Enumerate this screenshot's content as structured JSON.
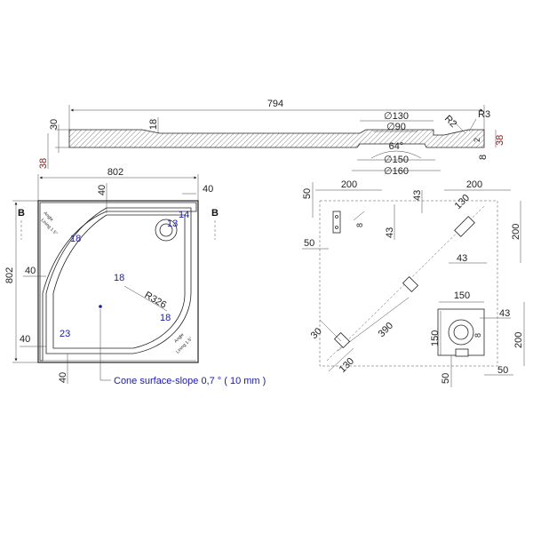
{
  "section": {
    "length": "794",
    "thick": "30",
    "inner_thick": "18",
    "d130": "∅130",
    "d90": "∅90",
    "d150": "∅150",
    "d160": "∅160",
    "angle": "64°",
    "r2": "R2",
    "r3": "R3",
    "n2": "2",
    "n38_right": "38",
    "n8": "8",
    "n38_left": "38"
  },
  "plan": {
    "width": "802",
    "height": "802",
    "top_40": "40",
    "right_40": "40",
    "left_40": "40",
    "bottom_40": "40",
    "b_left": "B",
    "b_right": "B",
    "n14": "14",
    "n13": "13",
    "n18_a": "18",
    "n18_b": "18",
    "n18_c": "18",
    "n23": "23",
    "radius": "R326",
    "angle_text_1": "Angle",
    "angle_text_2": "Lining 1.5°",
    "cone_note": "Cone surface-slope  0,7 ° ( 10 mm )"
  },
  "frame": {
    "top_200_left": "200",
    "top_200_right": "200",
    "n50_top": "50",
    "n43_a": "43",
    "n130_top": "130",
    "n8_a": "8",
    "n43_b": "43",
    "n200_right": "200",
    "n50_mid": "50",
    "n43_c": "43",
    "n390": "390",
    "n150_h": "150",
    "n43_d": "43",
    "n30": "30",
    "n150_v": "150",
    "n8_b": "8",
    "n200_right2": "200",
    "n130_bottom": "130",
    "n50_bottom_a": "50",
    "n50_bottom_b": "50"
  }
}
